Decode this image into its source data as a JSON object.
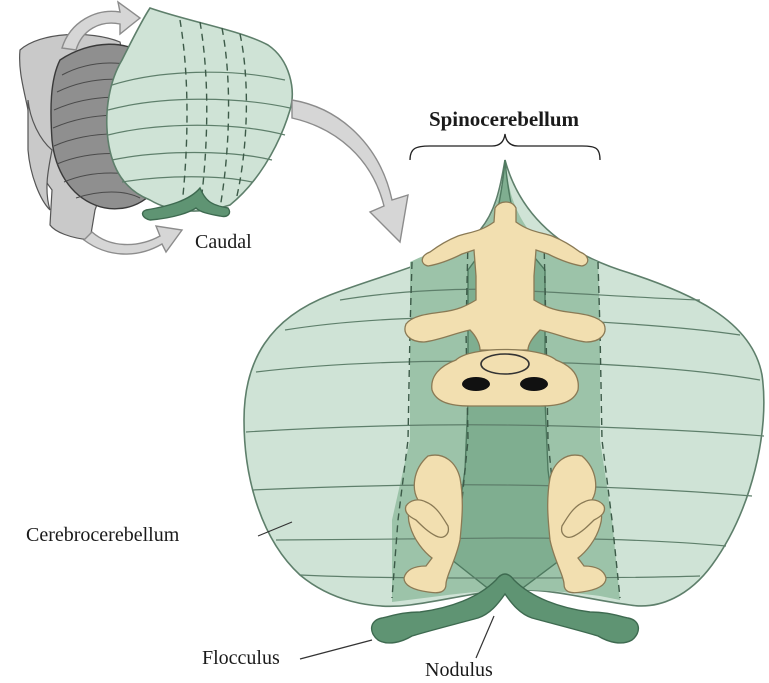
{
  "labels": {
    "spinocerebellum": "Spinocerebellum",
    "caudal": "Caudal",
    "cerebrocerebellum": "Cerebrocerebellum",
    "flocculus": "Flocculus",
    "nodulus": "Nodulus"
  },
  "colors": {
    "hemisphere": "#cfe3d6",
    "paravermis": "#9cc3a9",
    "vermis": "#7fae90",
    "flocculonodular": "#5f9473",
    "homunculus": "#f2dfb0",
    "arrow": "#d6d6d6"
  },
  "icons": [
    "curved-arrow",
    "brainstem-cerebellum-illustration",
    "homunculus-figure"
  ]
}
